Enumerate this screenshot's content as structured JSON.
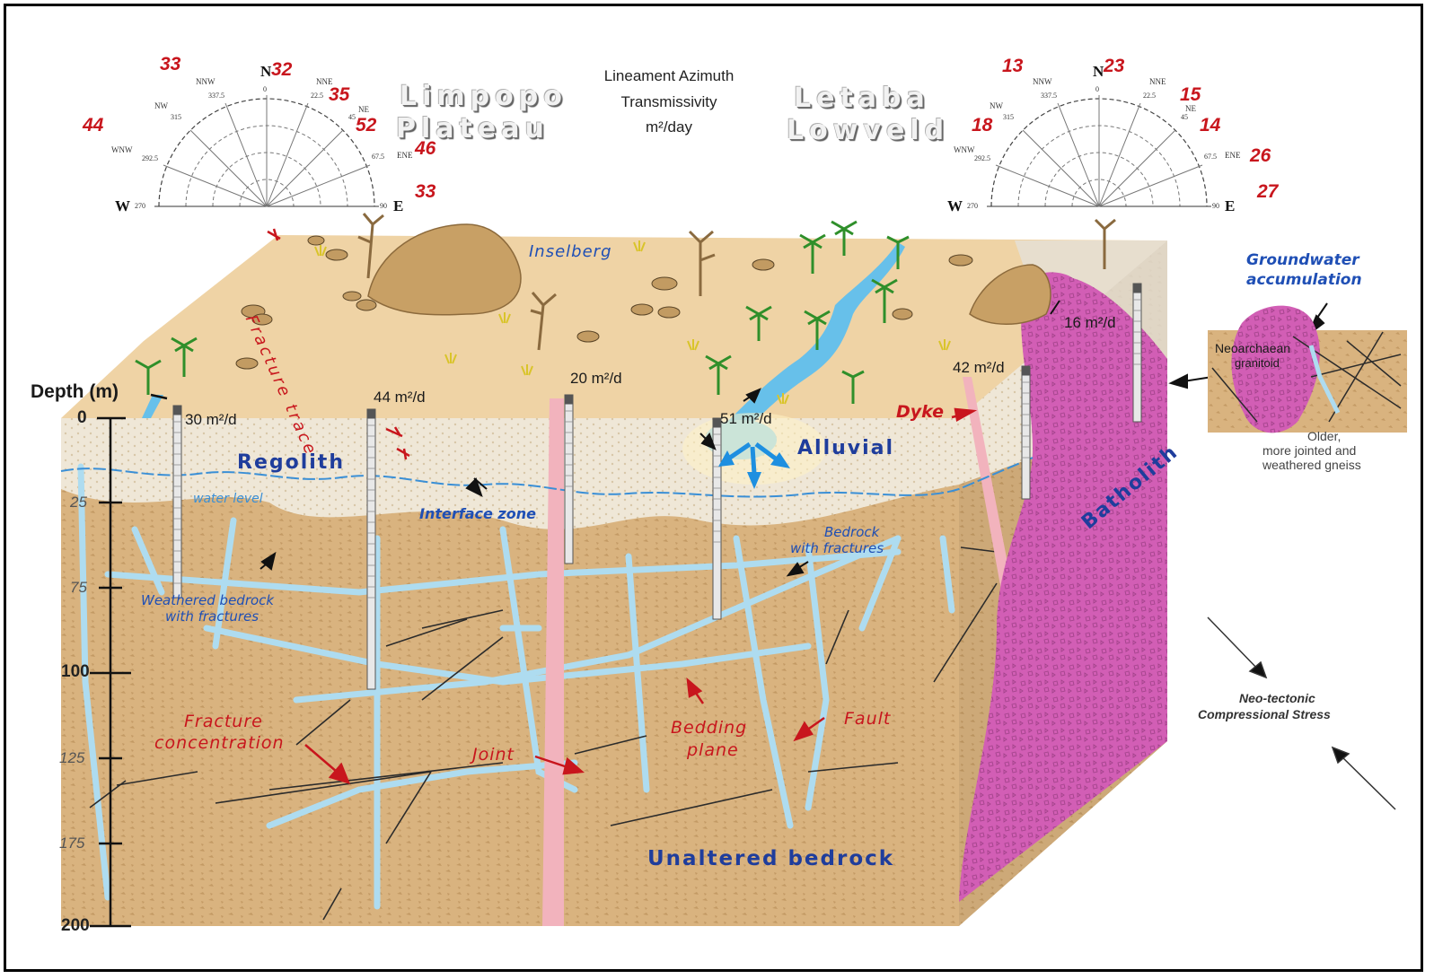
{
  "header": {
    "legend_line1": "Lineament Azimuth",
    "legend_line2": "Transmissivity",
    "legend_line3": "m²/day"
  },
  "rose_left": {
    "region_line1": "Limpopo",
    "region_line2": "Plateau",
    "values": {
      "nnw": "33",
      "n": "32",
      "nne": "35",
      "nw": "44",
      "ne": "52",
      "ene": "46",
      "e": "33"
    }
  },
  "rose_right": {
    "region_line1": "Letaba",
    "region_line2": "Lowveld",
    "values": {
      "nnw": "13",
      "n": "23",
      "nne": "15",
      "nw": "18",
      "ne": "14",
      "ene": "26",
      "e": "27"
    }
  },
  "rose_common": {
    "n": "N",
    "w": "W",
    "e": "E",
    "nnw": "NNW",
    "nne": "NNE",
    "nw": "NW",
    "ne": "NE",
    "wnw": "WNW",
    "ene": "ENE",
    "deg_0": "0",
    "deg_22": "22.5",
    "deg_45": "45",
    "deg_67": "67.5",
    "deg_90": "90",
    "deg_270": "270",
    "deg_292": "292.5",
    "deg_315": "315",
    "deg_337": "337.5"
  },
  "depth_axis": {
    "title": "Depth (m)",
    "ticks": [
      "0",
      "25",
      "75",
      "100",
      "125",
      "175",
      "200"
    ]
  },
  "labels": {
    "inselberg": "Inselberg",
    "fracture_trace": "Fracture trace",
    "regolith": "Regolith",
    "water_level": "water level",
    "interface_zone": "Interface zone",
    "alluvial": "Alluvial",
    "dyke": "Dyke",
    "batholith": "Batholith",
    "bedrock_fractures_1": "Bedrock",
    "bedrock_fractures_2": "with fractures",
    "weathered_1": "Weathered bedrock",
    "weathered_2": "with fractures",
    "fracture_conc_1": "Fracture",
    "fracture_conc_2": "concentration",
    "joint": "Joint",
    "bedding_1": "Bedding",
    "bedding_2": "plane",
    "fault": "Fault",
    "unaltered": "Unaltered bedrock",
    "gw_1": "Groundwater",
    "gw_2": "accumulation",
    "neo_1": "Neoarchaean",
    "neo_2": "granitoid",
    "older_1": "Older,",
    "older_2": "more jointed and",
    "older_3": "weathered gneiss",
    "stress_1": "Neo-tectonic",
    "stress_2": "Compressional Stress"
  },
  "boreholes": [
    {
      "transmissivity": "30 m²/d"
    },
    {
      "transmissivity": "44 m²/d"
    },
    {
      "transmissivity": "20 m²/d"
    },
    {
      "transmissivity": "51 m²/d"
    },
    {
      "transmissivity": "42 m²/d"
    },
    {
      "transmissivity": "16 m²/d"
    }
  ],
  "colors": {
    "bedrock": "#d8b27f",
    "surface": "#efd3a5",
    "regolith": "#eee6d6",
    "fracture_water": "#aedcf0",
    "batholith": "#d25eb5",
    "dyke": "#f2b3bd",
    "river": "#67c0ea",
    "red_label": "#c8161d",
    "blue_label": "#1f4fb5"
  }
}
